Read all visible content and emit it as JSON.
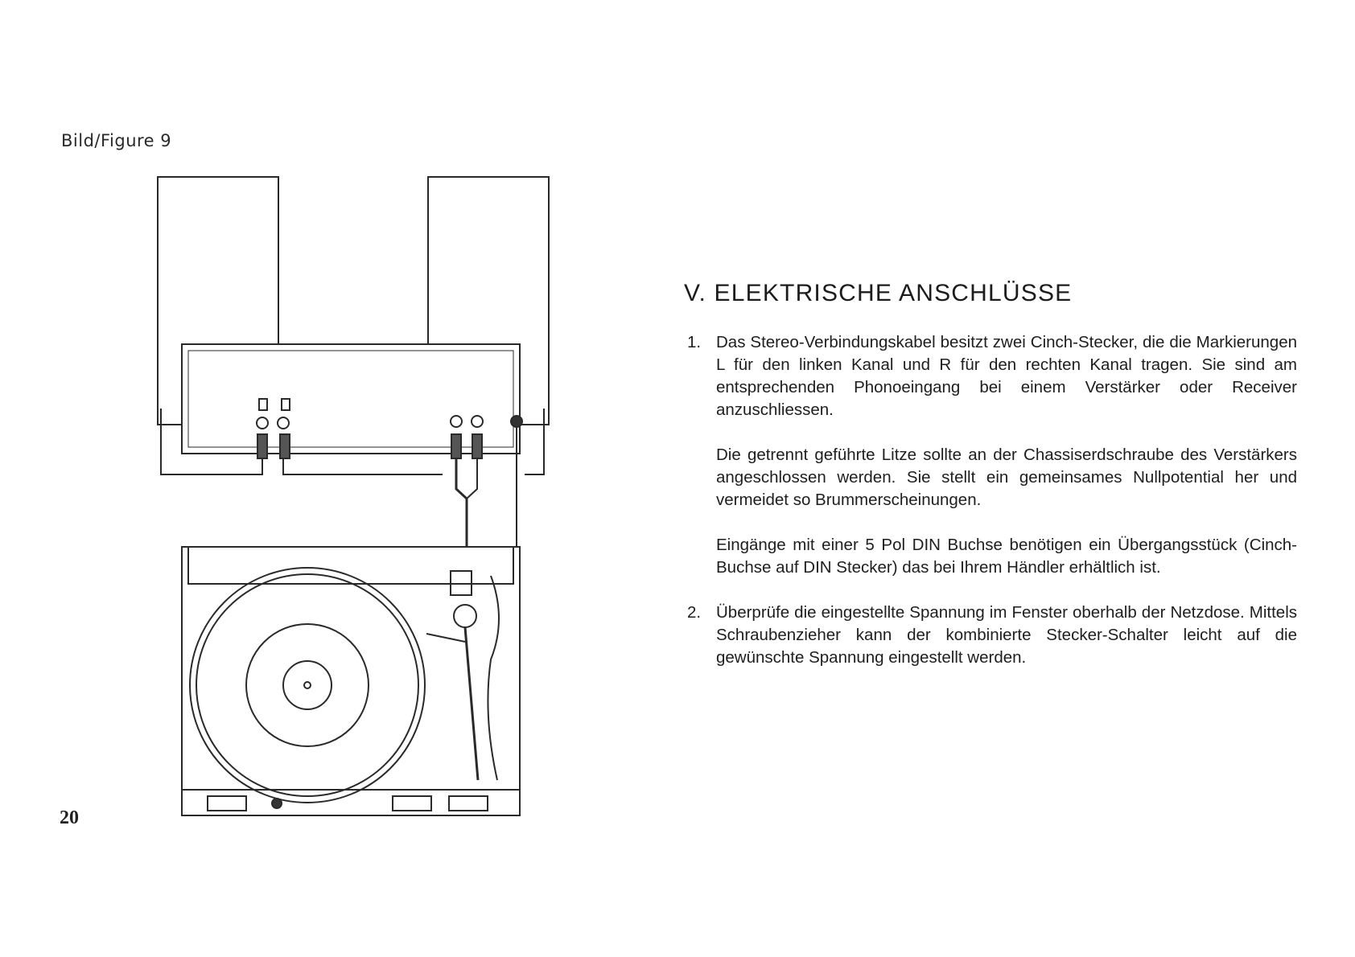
{
  "figure": {
    "label": "Bild/Figure 9"
  },
  "page": {
    "number": "20"
  },
  "section": {
    "title": "V. ELEKTRISCHE ANSCHLÜSSE",
    "item1": {
      "num": "1.",
      "text": "Das Stereo-Verbindungskabel besitzt zwei Cinch-Stecker, die die Markierungen L für den linken Kanal und R für den rechten Kanal tragen. Sie sind am entsprechenden Phonoeingang bei einem Verstärker oder Receiver anzuschliessen."
    },
    "para1": "Die getrennt geführte Litze sollte an der Chassiserdschraube des Verstärkers angeschlossen werden. Sie stellt ein gemeinsames Nullpotential her und vermeidet so Brummerscheinungen.",
    "para2": "Eingänge mit einer 5 Pol DIN Buchse benötigen ein Übergangsstück (Cinch-Buchse auf DIN Stecker) das bei Ihrem Händler erhältlich ist.",
    "item2": {
      "num": "2.",
      "text": "Überprüfe die eingestellte Spannung im Fenster oberhalb der Netzdose. Mittels Schraubenzieher kann der kombinierte Stecker-Schalter leicht auf die gewünschte Spannung eingestellt werden."
    }
  },
  "colors": {
    "ink": "#1e1e1e",
    "paper": "#ffffff"
  }
}
